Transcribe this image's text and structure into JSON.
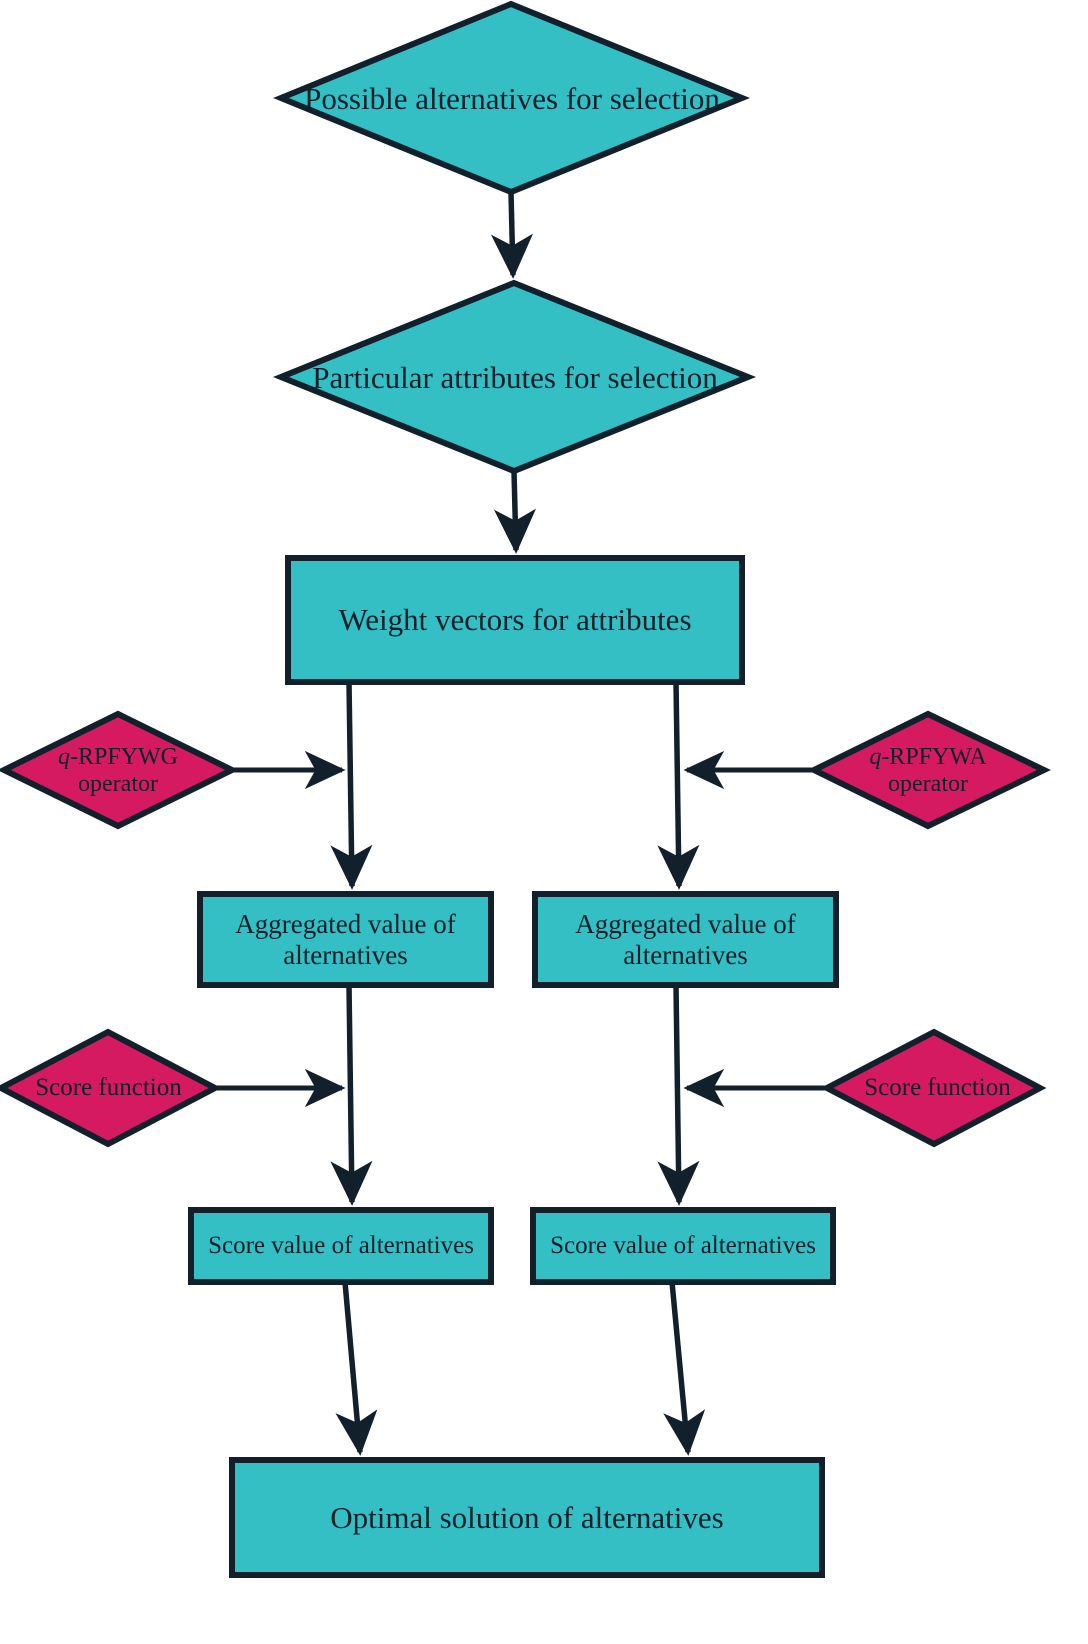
{
  "diagram": {
    "title": "Decision-making flowchart for q-rung picture fuzzy aggregation operators",
    "colors": {
      "process_fill": "#33bfc4",
      "operator_fill": "#d61a62",
      "stroke": "#11202b",
      "text": "#0d1f2a",
      "background": "#ffffff"
    },
    "nodes": [
      {
        "id": "n1",
        "shape": "diamond",
        "label": "Possible alternatives for selection",
        "fill": "process_fill"
      },
      {
        "id": "n2",
        "shape": "diamond",
        "label": "Particular attributes for selection",
        "fill": "process_fill"
      },
      {
        "id": "n3",
        "shape": "rect",
        "label": "Weight vectors for attributes",
        "fill": "process_fill"
      },
      {
        "id": "n4",
        "shape": "diamond",
        "label_italic": "q",
        "label_rest": "-RPFYWG",
        "label_line2": "operator",
        "label": "q-RPFYWG operator",
        "fill": "operator_fill"
      },
      {
        "id": "n5",
        "shape": "diamond",
        "label_italic": "q",
        "label_rest": "-RPFYWA",
        "label_line2": "operator",
        "label": "q-RPFYWA operator",
        "fill": "operator_fill"
      },
      {
        "id": "n6",
        "shape": "rect",
        "label": "Aggregated value of\nalternatives",
        "fill": "process_fill"
      },
      {
        "id": "n7",
        "shape": "rect",
        "label": "Aggregated value of\nalternatives",
        "fill": "process_fill"
      },
      {
        "id": "n8",
        "shape": "diamond",
        "label": "Score function",
        "fill": "operator_fill"
      },
      {
        "id": "n9",
        "shape": "diamond",
        "label": "Score function",
        "fill": "operator_fill"
      },
      {
        "id": "n10",
        "shape": "rect",
        "label": "Score value of alternatives",
        "fill": "process_fill"
      },
      {
        "id": "n11",
        "shape": "rect",
        "label": "Score value of alternatives",
        "fill": "process_fill"
      },
      {
        "id": "n12",
        "shape": "rect",
        "label": "Optimal solution of alternatives",
        "fill": "process_fill"
      }
    ],
    "edges": [
      {
        "from": "n1",
        "to": "n2",
        "direction": "down"
      },
      {
        "from": "n2",
        "to": "n3",
        "direction": "down"
      },
      {
        "from": "n3",
        "to": "n6",
        "direction": "down"
      },
      {
        "from": "n3",
        "to": "n7",
        "direction": "down"
      },
      {
        "from": "n4",
        "to": "n3-n6-link",
        "direction": "right"
      },
      {
        "from": "n5",
        "to": "n3-n7-link",
        "direction": "left"
      },
      {
        "from": "n6",
        "to": "n10",
        "direction": "down"
      },
      {
        "from": "n7",
        "to": "n11",
        "direction": "down"
      },
      {
        "from": "n8",
        "to": "n6-n10-link",
        "direction": "right"
      },
      {
        "from": "n9",
        "to": "n7-n11-link",
        "direction": "left"
      },
      {
        "from": "n10",
        "to": "n12",
        "direction": "down"
      },
      {
        "from": "n11",
        "to": "n12",
        "direction": "down"
      }
    ]
  }
}
